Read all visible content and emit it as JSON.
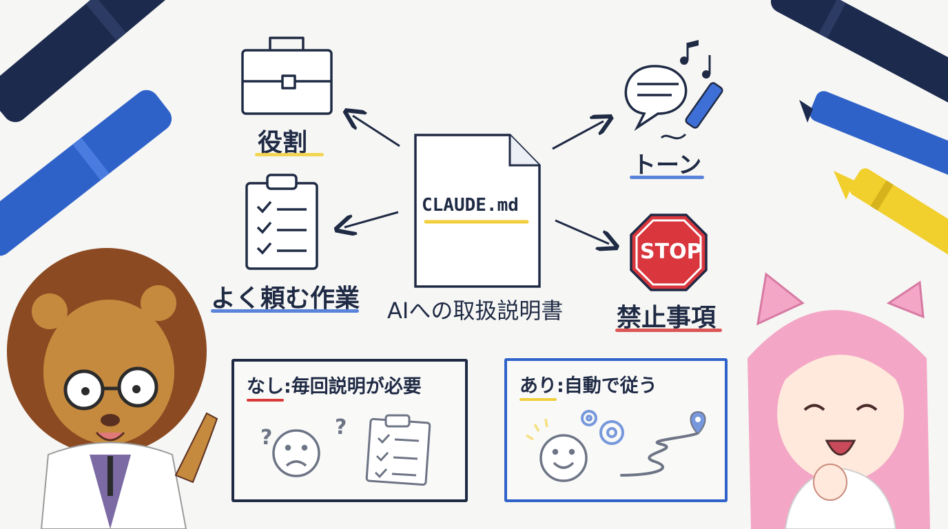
{
  "center": {
    "doc_label": "CLAUDE.md",
    "caption": "AIへの取扱説明書"
  },
  "nodes": {
    "role": "役割",
    "tone": "トーン",
    "tasks": "よく頼む作業",
    "prohibited": "禁止事項"
  },
  "stop_sign_text": "STOP",
  "panels": {
    "without": {
      "prefix": "なし",
      "rest": ":毎回説明が必要"
    },
    "with": {
      "prefix": "あり",
      "rest": ":自動で従う"
    }
  },
  "colors": {
    "ink": "#1f2a44",
    "accent_yellow": "#f2cf3a",
    "accent_blue": "#3d6fd6",
    "accent_red": "#d83a3a",
    "stop_red": "#d9363e",
    "marker_navy": "#1c2a4d",
    "marker_blue": "#2f62c9",
    "crayon_yellow": "#f1cf2d"
  }
}
